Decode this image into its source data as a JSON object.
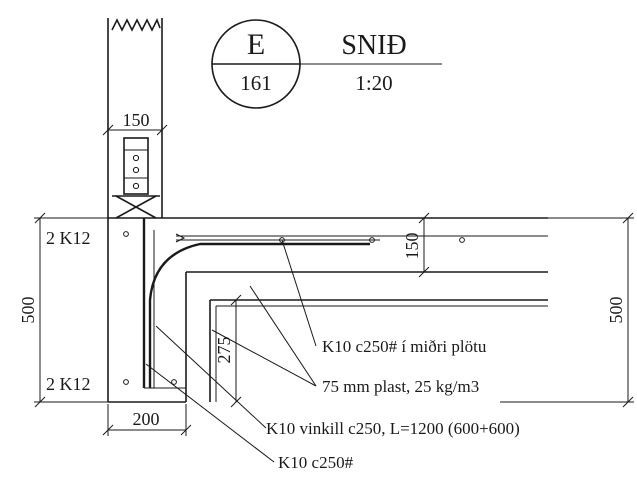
{
  "title_block": {
    "detail_letter": "E",
    "sheet_number": "161",
    "section_label": "SNIÐ",
    "scale": "1:20"
  },
  "dimensions": {
    "wall_width": "150",
    "footing_width": "200",
    "left_height": "500",
    "right_height": "500",
    "slab_thickness": "150",
    "inner_height": "275"
  },
  "rebar_labels": {
    "top_left": "2 K12",
    "bottom_left": "2 K12"
  },
  "callouts": {
    "mid_slab": "K10 c250# í miðri plötu",
    "plastic": "75 mm plast, 25 kg/m3",
    "angle_bar": "K10 vinkill c250, L=1200 (600+600)",
    "mesh": "K10 c250#"
  },
  "colors": {
    "ink": "#1a1a1a",
    "background": "#ffffff"
  }
}
